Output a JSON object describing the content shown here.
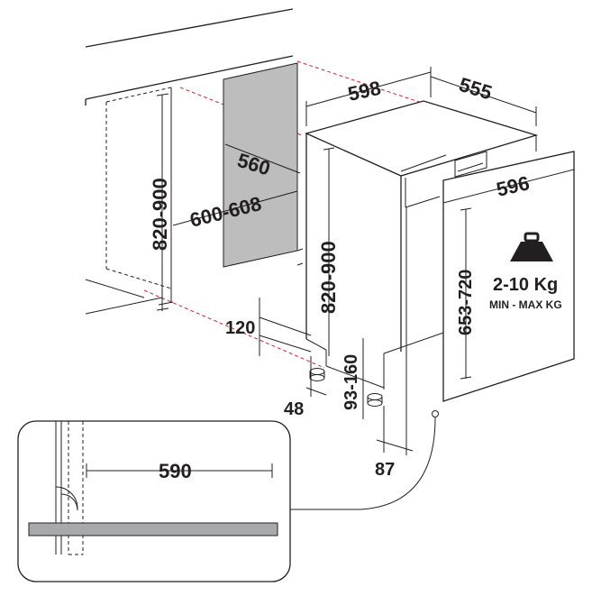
{
  "labels": {
    "cabinet_height": "820-900",
    "niche_depth": "560",
    "niche_width": "600-608",
    "appliance_width": "598",
    "appliance_depth": "555",
    "door_width": "596",
    "appliance_height": "820-900",
    "plinth_height": "120",
    "foot_offset": "48",
    "foot_adjust": "93-160",
    "door_height": "653-720",
    "door_weight": "2-10 Kg",
    "door_weight_note": "MIN - MAX KG",
    "door_setback": "87",
    "detail_depth": "590"
  },
  "icons": {
    "weight": "weight-icon"
  },
  "colors": {
    "line": "#231f20",
    "niche_panel": "#bdbdbd",
    "countertop": "#a7a9ac",
    "guide_dashed": "#d2232a"
  }
}
